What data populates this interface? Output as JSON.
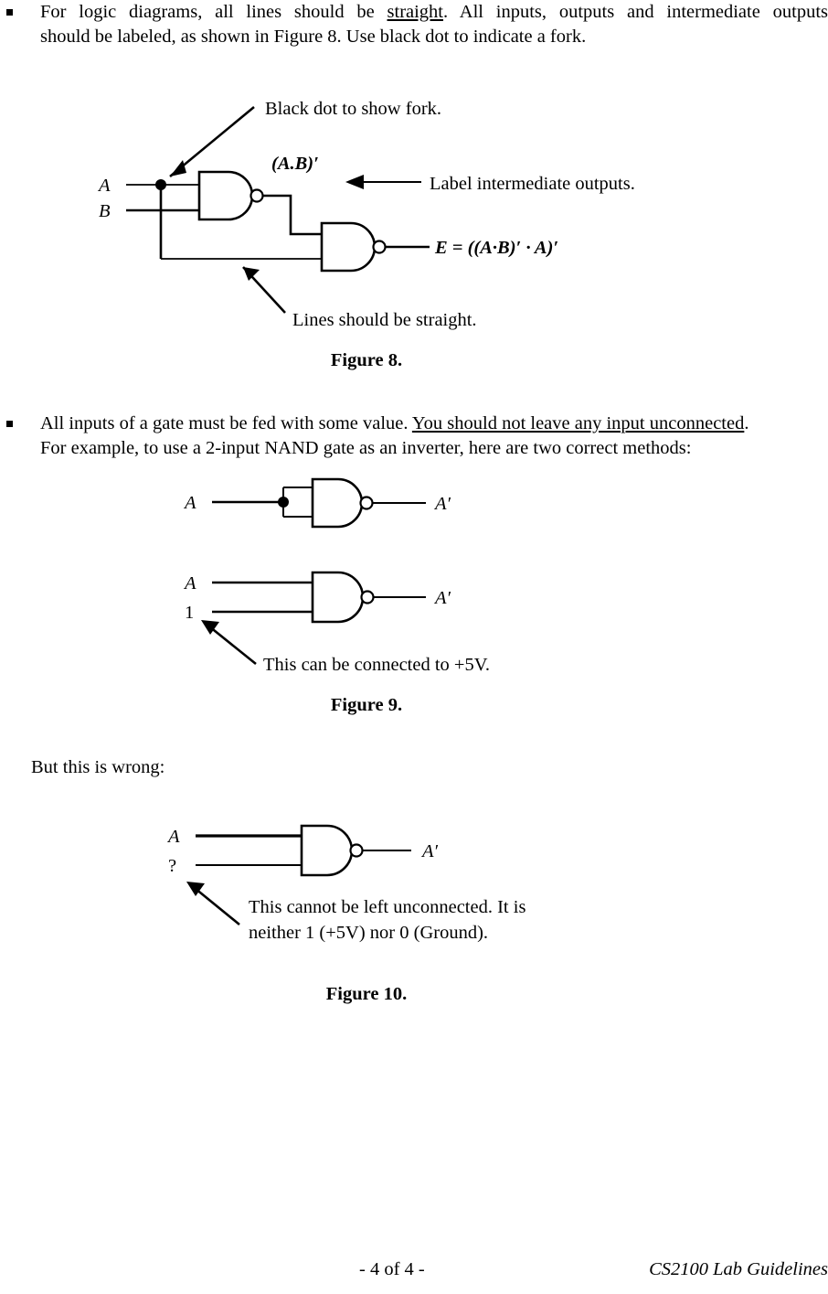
{
  "document": {
    "title": "CS2100 Lab Guidelines",
    "page_label": "- 4 of 4 -",
    "footer_right": "CS2100 Lab Guidelines"
  },
  "bullets": [
    {
      "id": "logic-diagram-lines",
      "line1_a": "For logic diagrams, all lines should be ",
      "line1_underlined": "straight",
      "line1_b": ". All inputs, outputs and intermediate outputs",
      "line2": "should be labeled, as shown in Figure 8.  Use black dot to indicate a fork."
    },
    {
      "id": "inputs-must-be-fed",
      "line1_a": "All inputs of a gate must be fed with some value. ",
      "line1_underlined": "You should not leave any input unconnected",
      "line1_b": ".",
      "line2": "For example, to use a 2-input NAND gate as an inverter, here are two correct methods:"
    }
  ],
  "paragraphs": {
    "but_this_is_wrong": "But this is wrong:"
  },
  "figure8": {
    "caption": "Figure 8.",
    "annotation_fork": "Black dot to show fork.",
    "annotation_intermediate": "Label intermediate outputs.",
    "annotation_straight": "Lines should be straight.",
    "input_a": "A",
    "input_b": "B",
    "intermediate_label": "(A.B)′",
    "output_label": "E = ((A·B)′ · A)′"
  },
  "figure9": {
    "caption": "Figure 9.",
    "circuit1": {
      "input_a": "A",
      "output": "A′"
    },
    "circuit2": {
      "input_a": "A",
      "input_one": "1",
      "output": "A′",
      "annotation": "This can be connected to +5V."
    }
  },
  "figure10": {
    "caption": "Figure 10.",
    "input_a": "A",
    "input_unknown": "?",
    "output": "A′",
    "annotation_line1": "This cannot be left unconnected.  It is",
    "annotation_line2": "neither 1 (+5V) nor 0 (Ground)."
  },
  "colors": {
    "ink": "#000000",
    "paper": "#ffffff"
  }
}
